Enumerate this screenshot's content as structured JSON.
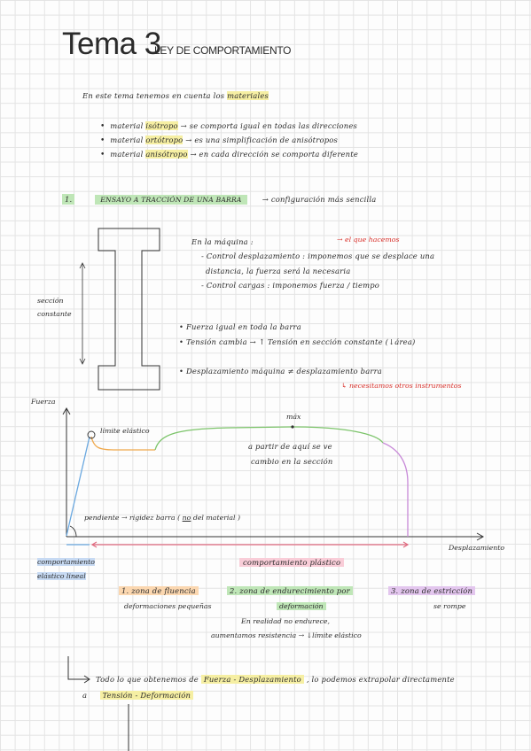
{
  "header": {
    "title": "Tema 3",
    "subtitle": "LEY DE COMPORTAMIENTO"
  },
  "intro": {
    "line": "En este tema tenemos en cuenta los",
    "highlight": "materiales"
  },
  "materials": [
    {
      "prefix": "material",
      "highlight": "isótropo",
      "rest": "→  se comporta igual en todas las direcciones"
    },
    {
      "prefix": "material",
      "highlight": "ortótropo",
      "rest": "→  es una simplificación de anisótropos"
    },
    {
      "prefix": "material",
      "highlight": "anisótropo",
      "rest": "→  en cada dirección se comporta diferente"
    }
  ],
  "section1": {
    "number": "1.",
    "title": "ENSAYO A TRACCIÓN DE UNA BARRA",
    "note": "→  configuración más sencilla"
  },
  "machine": {
    "heading": "En la máquina :",
    "red_note": "→ el que hacemos",
    "item1_a": "- Control desplazamiento : imponemos que se desplace una",
    "item1_b": "distancia, la fuerza será la necesaria",
    "item2": "- Control cargas : imponemos fuerza / tiempo"
  },
  "bar_label": {
    "line1": "sección",
    "line2": "constante"
  },
  "bar_notes": [
    "• Fuerza igual en toda la barra",
    "• Tensión cambia  →  ↑ Tensión en sección constante (↓área)",
    "• Desplazamiento máquina  ≠  desplazamiento barra"
  ],
  "bar_red_note": "↳ necesitamos otros instrumentos",
  "chart": {
    "y_label": "Fuerza",
    "x_label": "Desplazamiento",
    "max_label": "máx",
    "elastic_limit_label": "límite elástico",
    "section_change_1": "a partir de aquí se ve",
    "section_change_2": "cambio en la sección",
    "slope_note": "pendiente → rigidez barra ( no del material )",
    "slope_note_underlined": "no"
  },
  "behavior": {
    "elastic_1": "comportamiento",
    "elastic_2": "elástico lineal",
    "plastic": "comportamiento plástico"
  },
  "zones": [
    {
      "label": "1. zona de fluencia",
      "sub": "deformaciones pequeñas"
    },
    {
      "label": "2. zona de endurecimiento por",
      "sub": "deformación"
    },
    {
      "label": "3. zona de estricción",
      "sub": "se rompe"
    }
  ],
  "zone_note": {
    "line1": "En realidad no endurece,",
    "line2": "aumentamos resistencia → ↓límite elástico"
  },
  "summary": {
    "line1_a": "Todo lo que obtenemos de",
    "line1_hl": "Fuerza - Desplazamiento",
    "line1_b": ", lo podemos extrapolar directamente",
    "line2_a": "a",
    "line2_hl": "Tensión - Deformación"
  },
  "colors": {
    "elastic": "#6aa8e0",
    "yield": "#f0a94c",
    "hardening": "#7cc46a",
    "necking": "#c88ad8",
    "plastic_axis": "#e06a80"
  }
}
